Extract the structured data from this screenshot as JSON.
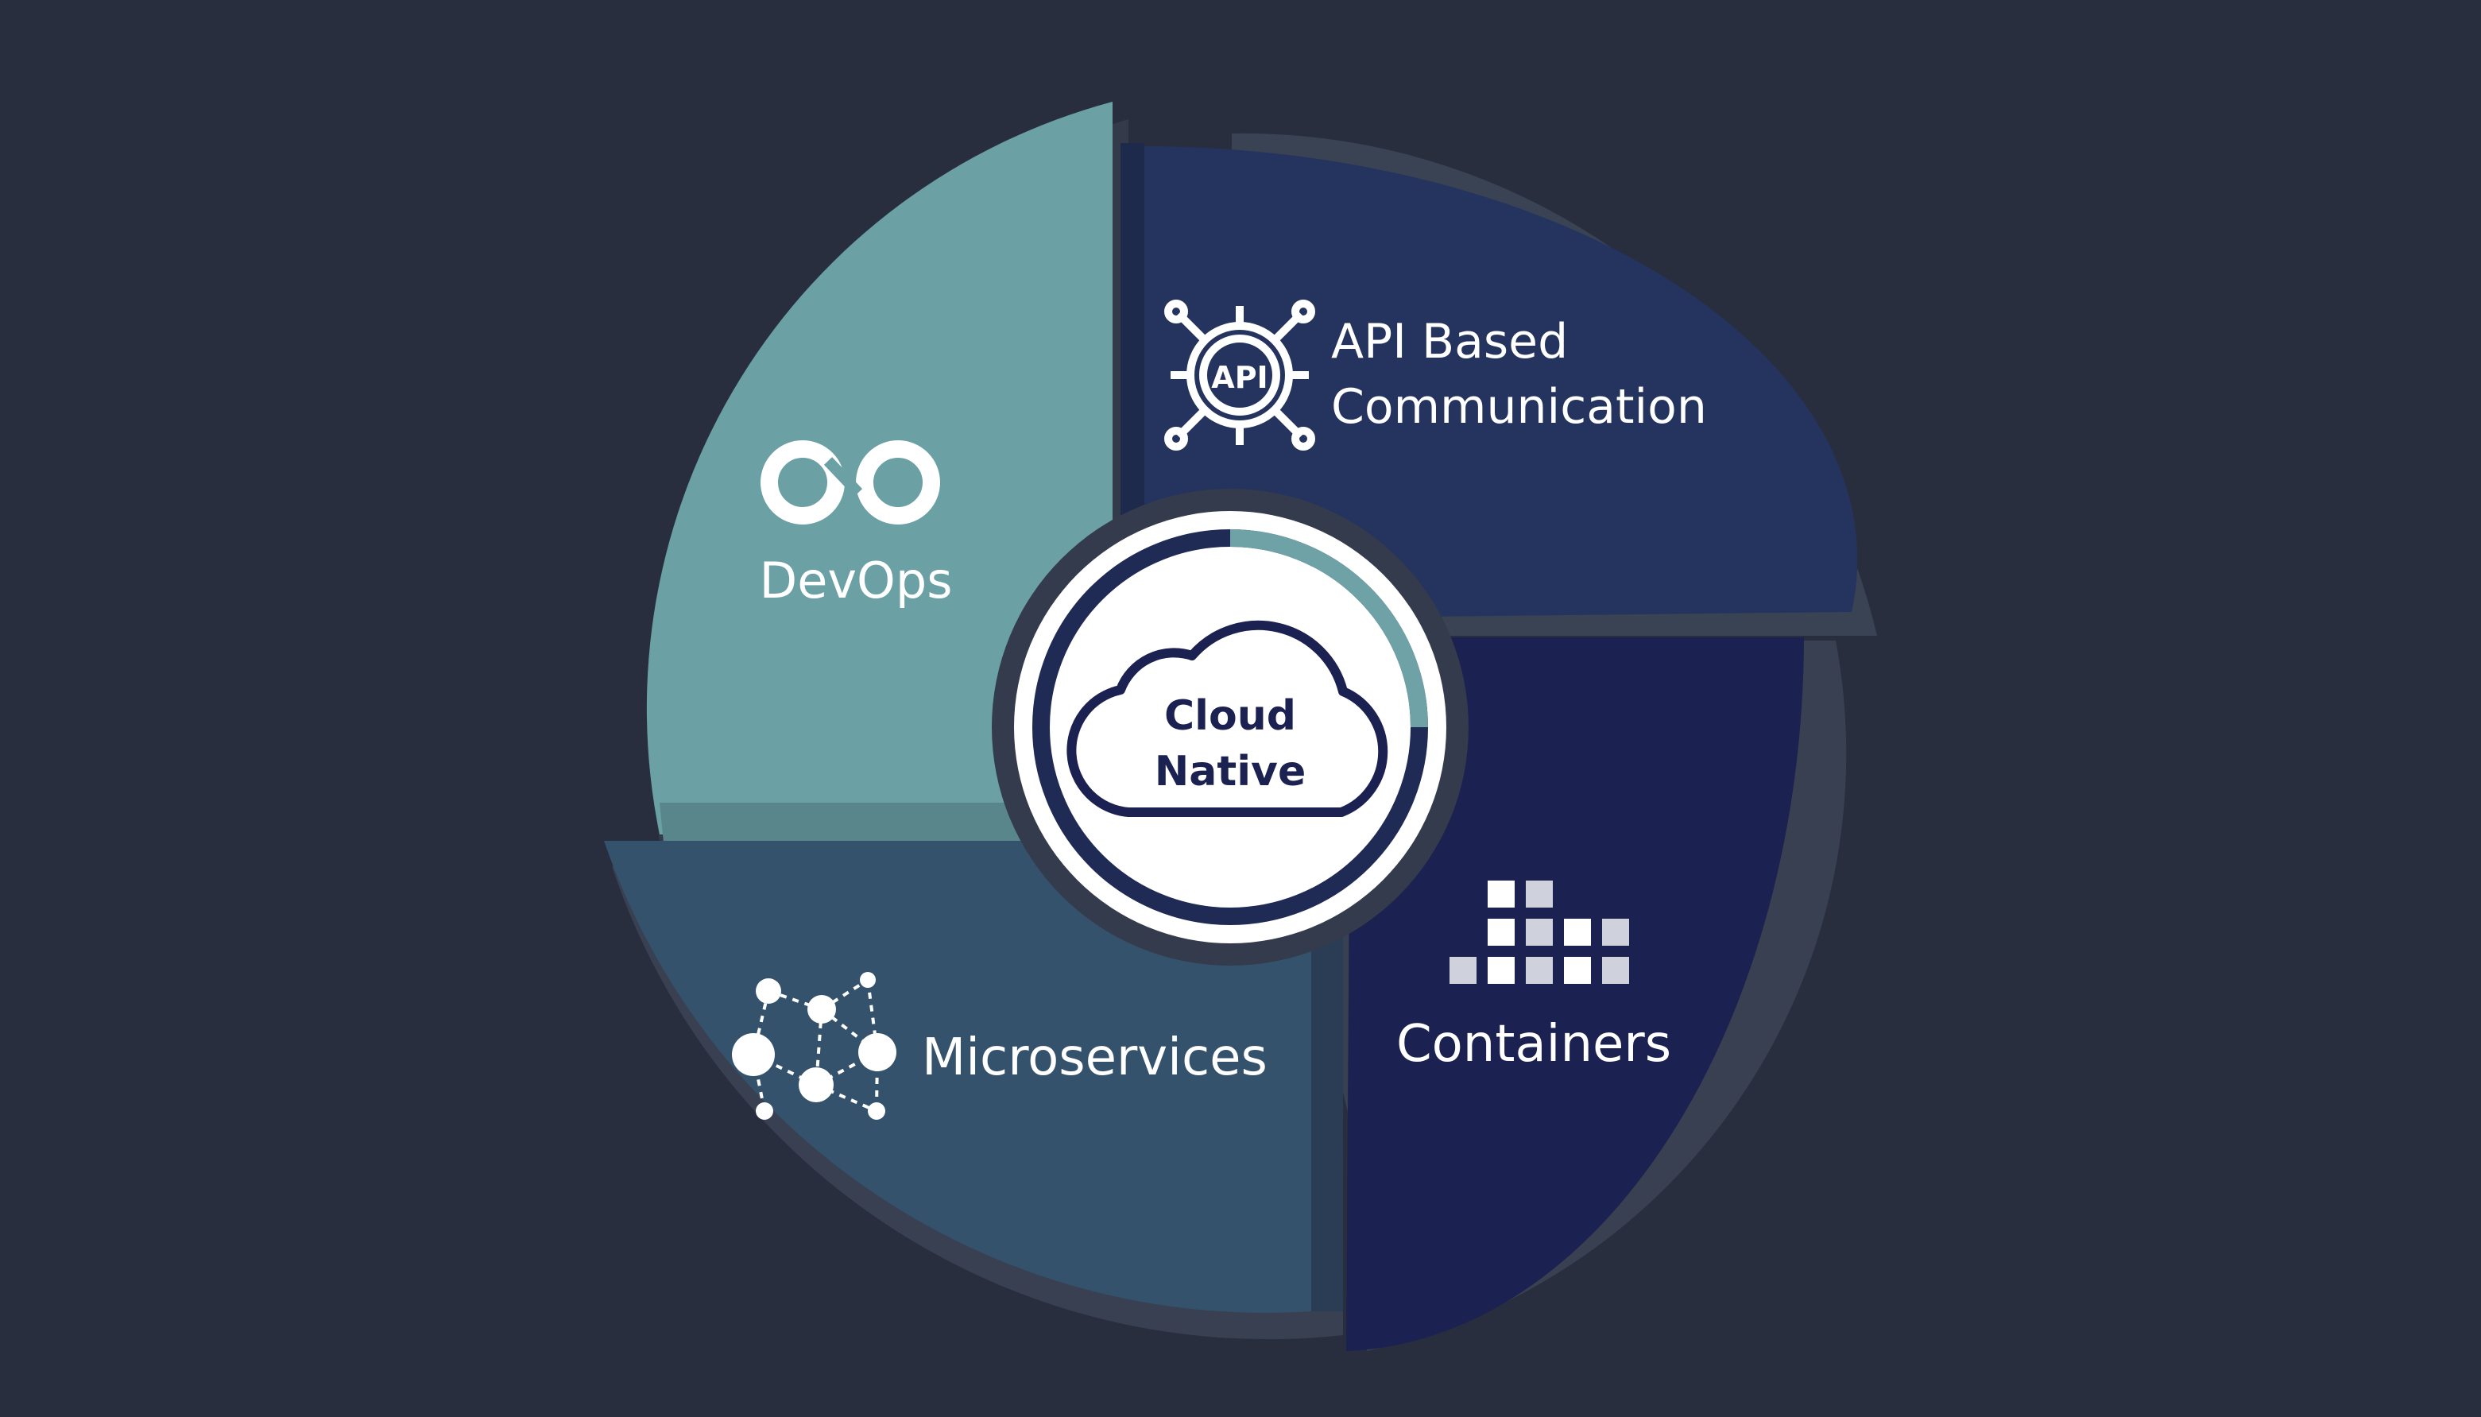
{
  "background_color": "#282e3e",
  "center": {
    "line1": "Cloud",
    "line2": "Native",
    "icon": "cloud-icon",
    "ring_color": "#1f2a55",
    "ring_accent_color": "#6ea2a7"
  },
  "segments": [
    {
      "id": "devops",
      "label": "DevOps",
      "icon": "devops-infinity-icon",
      "color": "#6ba0a4"
    },
    {
      "id": "api",
      "label_line1": "API Based",
      "label_line2": "Communication",
      "icon": "api-gear-icon",
      "icon_text": "API",
      "color": "#25345e"
    },
    {
      "id": "containers",
      "label": "Containers",
      "icon": "containers-blocks-icon",
      "color": "#1b2150"
    },
    {
      "id": "microservices",
      "label": "Microservices",
      "icon": "microservices-network-icon",
      "color": "#34526c"
    }
  ]
}
